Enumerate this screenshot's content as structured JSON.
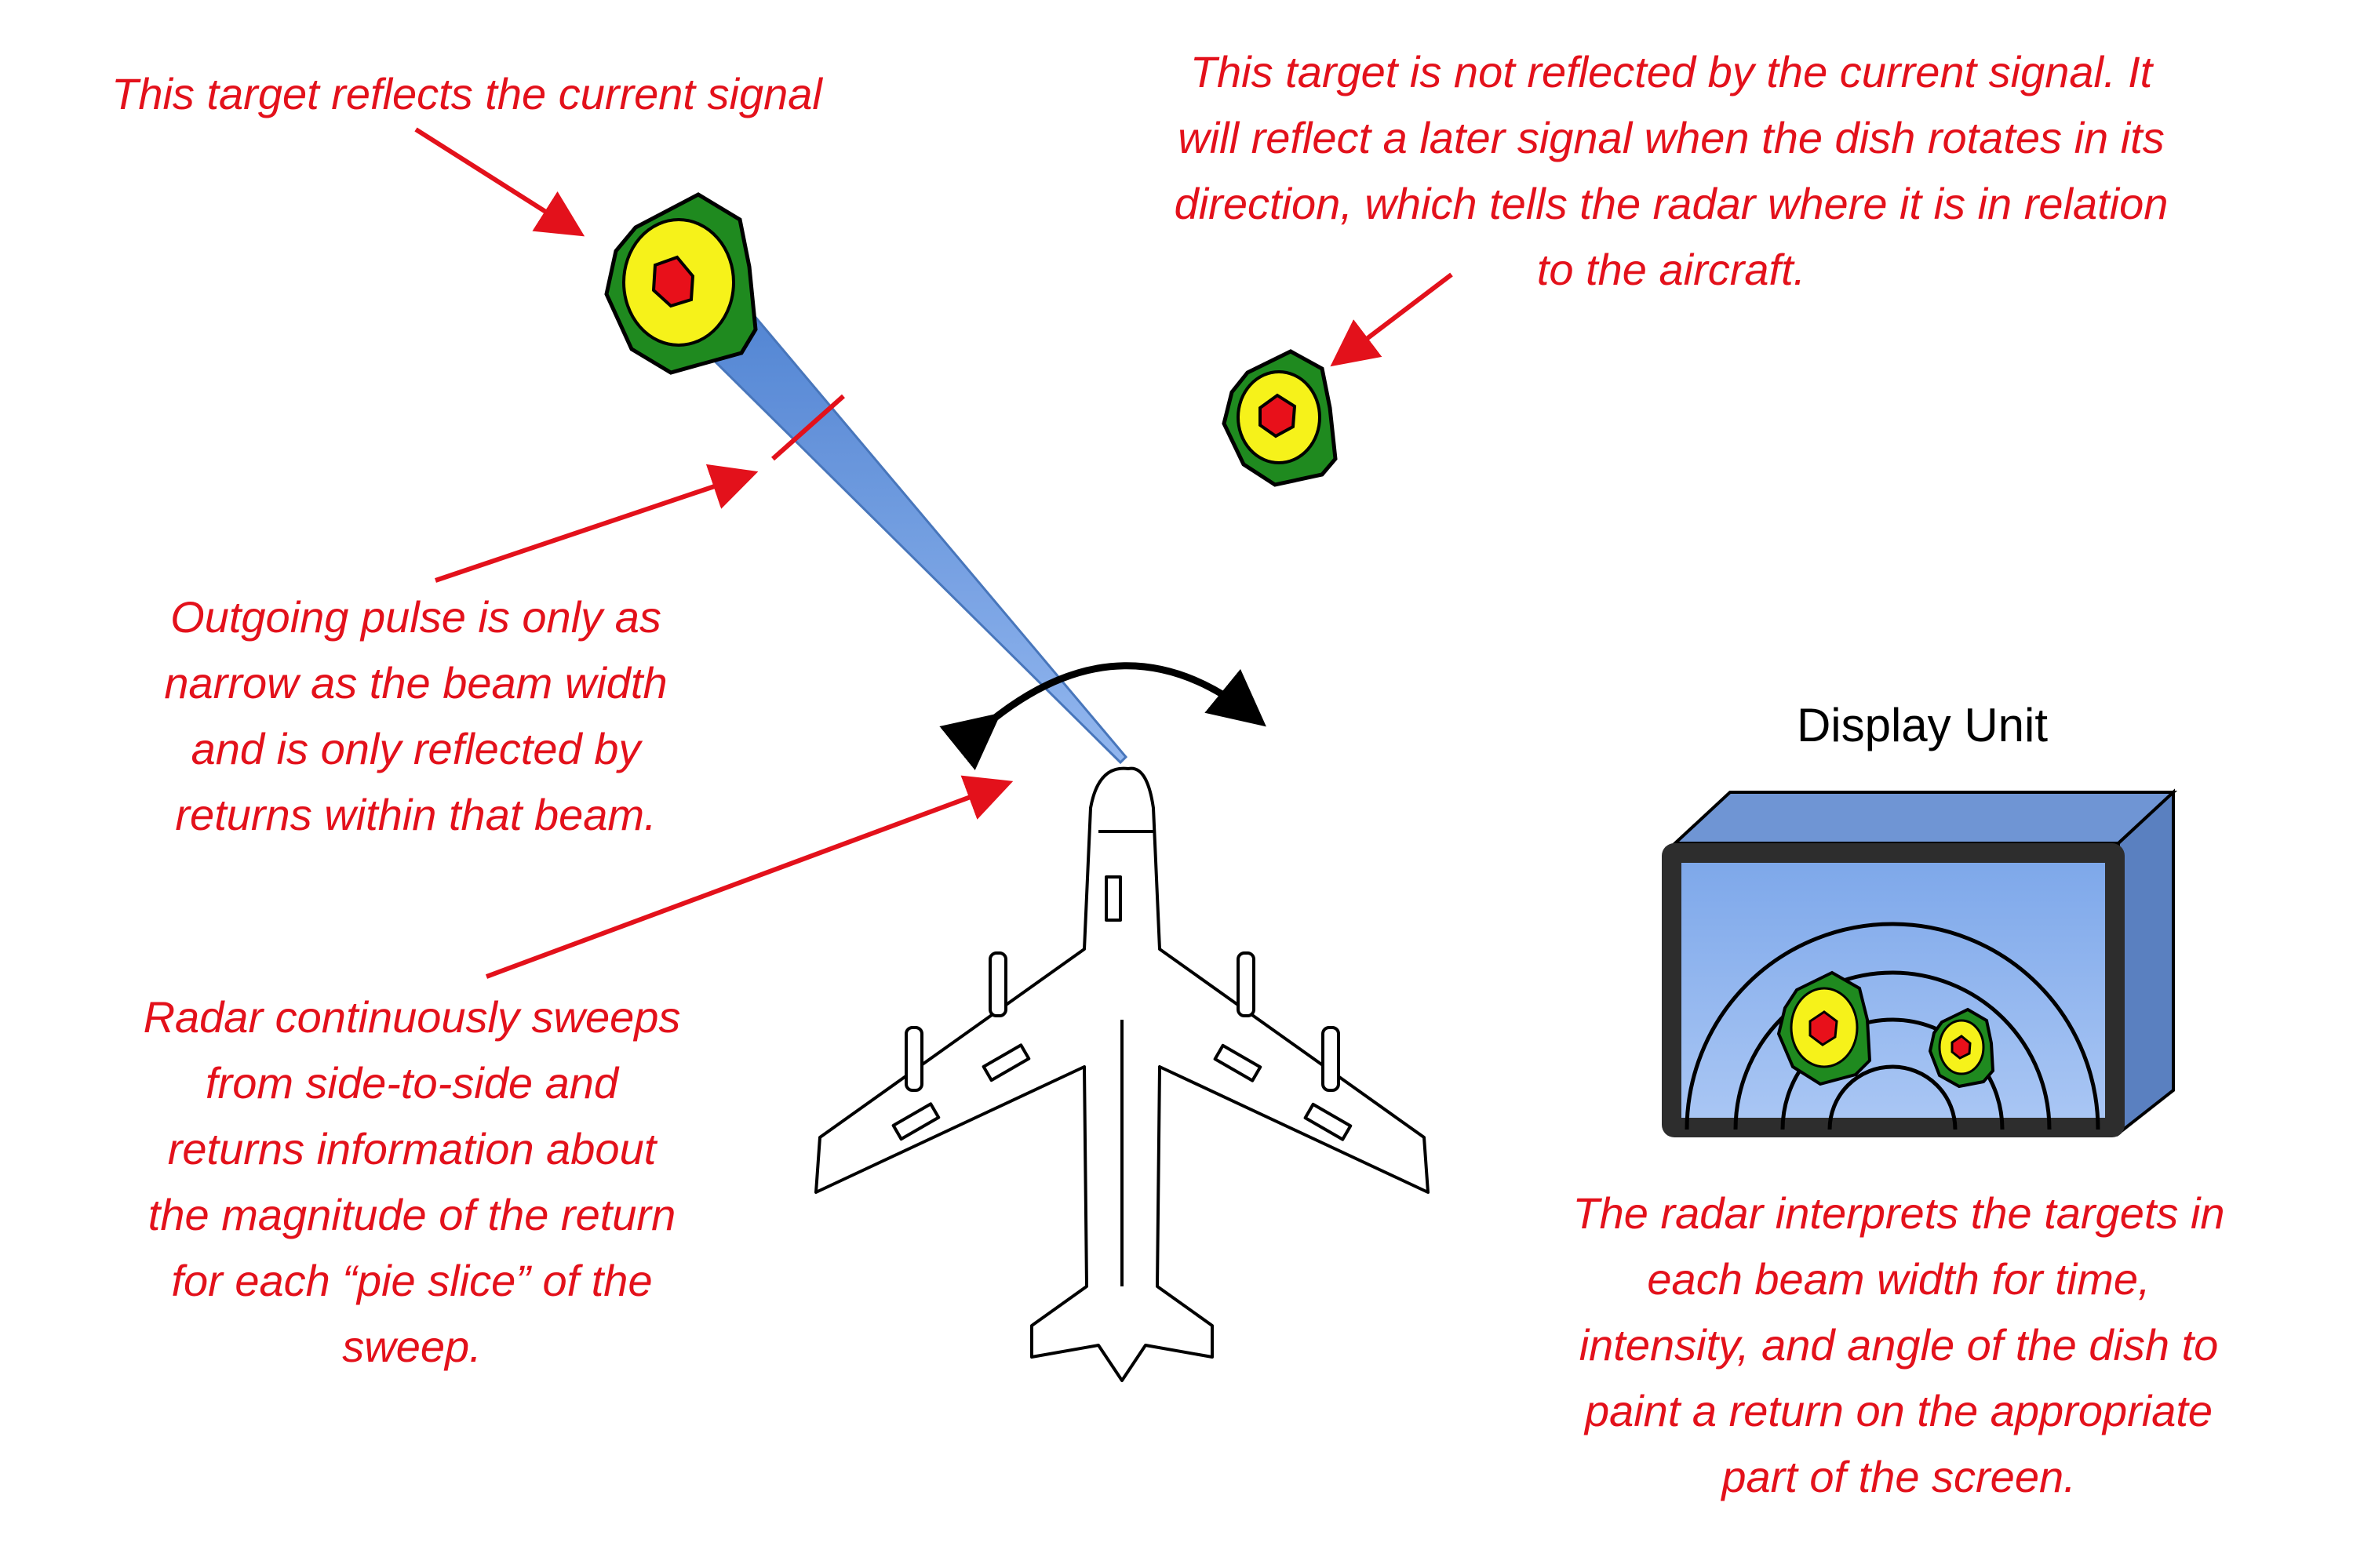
{
  "annotations": {
    "target_current": "This target reflects the current signal",
    "target_later": [
      "This target is not reflected by the current signal. It",
      "will reflect a later signal when the dish rotates in its",
      "direction, which tells the radar where it is in relation",
      "to the aircraft."
    ],
    "pulse": [
      "Outgoing pulse is only as",
      "narrow as the beam width",
      "and is only reflected by",
      "returns within that beam."
    ],
    "sweep": [
      "Radar continuously sweeps",
      "from side-to-side and",
      "returns information about",
      "the magnitude of the return",
      "for each “pie slice” of the",
      "sweep."
    ],
    "interpret": [
      "The radar interprets the targets in",
      "each beam width for time,",
      "intensity, and angle of the dish to",
      "paint a return on the appropriate",
      "part of the screen."
    ]
  },
  "display_unit": {
    "title": "Display Unit"
  },
  "colors": {
    "annotation_red": "#e3111b",
    "target_green": "#1f8a1f",
    "target_yellow": "#f6f21a",
    "target_core": "#e8101a",
    "beam_blue": "#5b8fd6",
    "screen_blue": "#8fb4ef",
    "bezel": "#2d2d2d"
  },
  "icons": [
    "airplane-icon",
    "sweep-arrow-icon",
    "weather-target-icon",
    "display-unit-icon"
  ]
}
